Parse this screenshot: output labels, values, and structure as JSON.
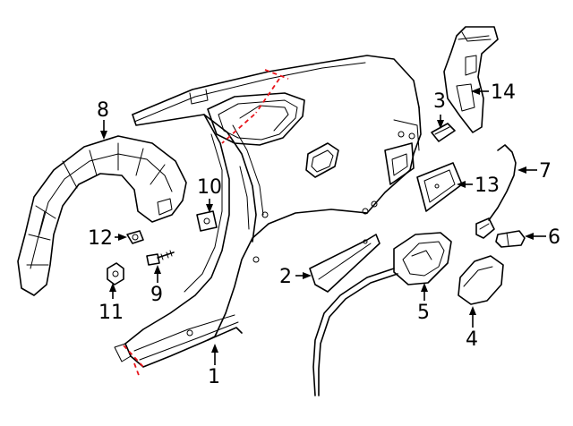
{
  "diagram": {
    "callouts": [
      {
        "id": "1",
        "label": "1"
      },
      {
        "id": "2",
        "label": "2"
      },
      {
        "id": "3",
        "label": "3"
      },
      {
        "id": "4",
        "label": "4"
      },
      {
        "id": "5",
        "label": "5"
      },
      {
        "id": "6",
        "label": "6"
      },
      {
        "id": "7",
        "label": "7"
      },
      {
        "id": "8",
        "label": "8"
      },
      {
        "id": "9",
        "label": "9"
      },
      {
        "id": "10",
        "label": "10"
      },
      {
        "id": "11",
        "label": "11"
      },
      {
        "id": "12",
        "label": "12"
      },
      {
        "id": "13",
        "label": "13"
      },
      {
        "id": "14",
        "label": "14"
      }
    ],
    "colors": {
      "line": "#000000",
      "cut_line": "#e8141b",
      "background": "#ffffff"
    }
  }
}
